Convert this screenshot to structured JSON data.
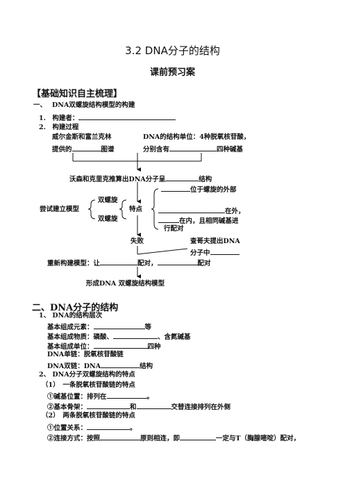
{
  "title": "3.2 DNA分子的结构",
  "subtitle": "课前预习案",
  "section1": {
    "heading": "【基础知识自主梳理】",
    "part1_title": "一、　 DNA双螺旋结构模型的构建",
    "item1": "1.　构建者：",
    "item2": "2.　构建过程",
    "flow": {
      "left_top_a": "威尔金斯和富兰克林",
      "left_top_b_pre": "提供的",
      "left_top_b_post": "图谱",
      "right_top_a": "DNA的结构单位：4种脱氧核苷酸，",
      "right_top_b_pre": "分别含有",
      "right_top_b_post": "四种碱基",
      "middle_pre": "沃森和克里克推算出DNA分子呈",
      "middle_post": "结构",
      "try_model": "尝试建立模型",
      "dh1": "双螺旋",
      "dh2": "双螺旋",
      "features": "特点",
      "f1_post": "位于螺旋的外部",
      "f2_post": "在外，",
      "f3_post": "在内，且相同碱基进",
      "f3_cont": "行配对",
      "fail": "失败",
      "chargaff_a": "查哥夫提出DNA",
      "chargaff_b_pre": "分子中",
      "rebuild_pre": "重新构建模型：让",
      "rebuild_mid": "配对，",
      "rebuild_post": "配对",
      "final": "形成DNA 双螺旋结构模型"
    }
  },
  "section2": {
    "heading": "二、DNA分子的结构",
    "l1": "1、 DNA的结构层次",
    "l2_pre": "基本组成元素：",
    "l2_post": "等",
    "l3_pre": "基本组成物质：磷酸、",
    "l3_post": "、含氮碱基",
    "l4_pre": "基本组成单位：",
    "l4_post": "四种",
    "l5": "DNA单链：脱氧核苷酸链",
    "l6_pre": "DNA双链：DNA",
    "l6_post": "结构",
    "l7": "2、 DNA分子双螺旋结构的特点",
    "l8": "（1）　一条脱氧核苷酸链的特点",
    "l9_pre": "①碱基位置：排列在",
    "l9_post": "。",
    "l10_pre": "②基本骨架：",
    "l10_mid": "和",
    "l10_post": "交替连接排列在外侧",
    "l11": "（2）　两条脱氧核苷酸链的特点",
    "l12_pre": "①位置关系：",
    "l12_post": "。",
    "l13_pre": "②连接方式：按照",
    "l13_mid": "原则相连，即",
    "l13_post": "一定与T（胸腺嘧啶）配对，"
  }
}
